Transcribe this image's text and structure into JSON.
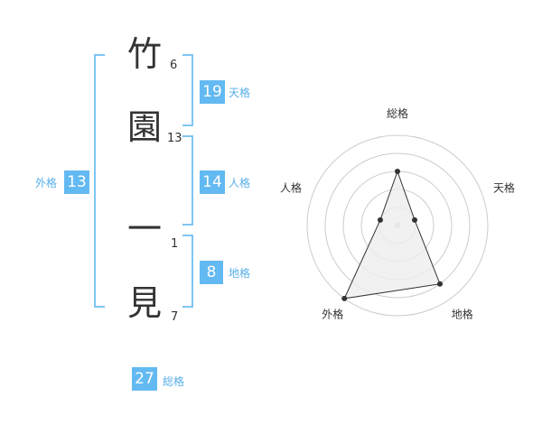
{
  "name": {
    "chars": [
      {
        "char": "竹",
        "strokes": "6"
      },
      {
        "char": "園",
        "strokes": "13"
      },
      {
        "char": "一",
        "strokes": "1"
      },
      {
        "char": "見",
        "strokes": "7"
      }
    ]
  },
  "fortunes": {
    "tenkaku": {
      "value": "19",
      "label": "天格"
    },
    "jinkaku": {
      "value": "14",
      "label": "人格"
    },
    "chikaku": {
      "value": "8",
      "label": "地格"
    },
    "gaikaku": {
      "value": "13",
      "label": "外格"
    },
    "soukaku": {
      "value": "27",
      "label": "総格"
    }
  },
  "chart_data": {
    "type": "radar",
    "axes": [
      "総格",
      "天格",
      "地格",
      "外格",
      "人格"
    ],
    "values": [
      3,
      1,
      4,
      5,
      1
    ],
    "max": 5,
    "rings": 5,
    "colors": {
      "line": "#333333",
      "fill": "#eeeeee",
      "grid": "#cccccc",
      "center": "#cccccc"
    }
  }
}
